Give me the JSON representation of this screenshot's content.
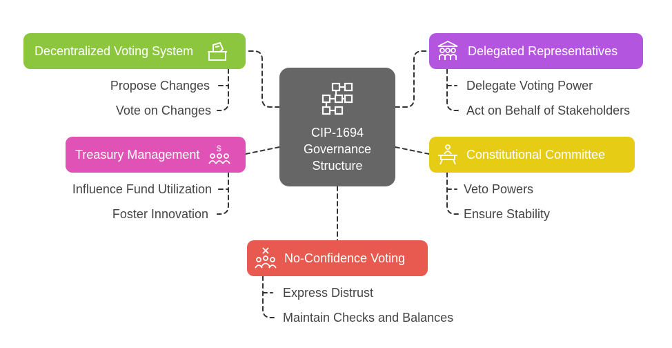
{
  "center": {
    "title": "CIP-1694 Governance Structure",
    "color": "#666666",
    "icon": "blockchain-network-icon"
  },
  "nodes": [
    {
      "id": "decentralized-voting",
      "label": "Decentralized Voting System",
      "color": "#8cc63f",
      "icon": "ballot-box-icon",
      "items": [
        "Propose Changes",
        "Vote on Changes"
      ]
    },
    {
      "id": "treasury",
      "label": "Treasury Management",
      "color": "#e052b6",
      "icon": "money-people-icon",
      "items": [
        "Influence Fund Utilization",
        "Foster Innovation"
      ]
    },
    {
      "id": "delegated",
      "label": "Delegated Representatives",
      "color": "#b455e0",
      "icon": "group-representatives-icon",
      "items": [
        "Delegate Voting Power",
        "Act on Behalf of Stakeholders"
      ]
    },
    {
      "id": "constitutional",
      "label": "Constitutional Committee",
      "color": "#e6cc14",
      "icon": "committee-podium-icon",
      "items": [
        "Veto Powers",
        "Ensure Stability"
      ]
    },
    {
      "id": "no-confidence",
      "label": "No-Confidence Voting",
      "color": "#e85a4f",
      "icon": "reject-group-icon",
      "items": [
        "Express Distrust",
        "Maintain Checks and Balances"
      ]
    }
  ]
}
